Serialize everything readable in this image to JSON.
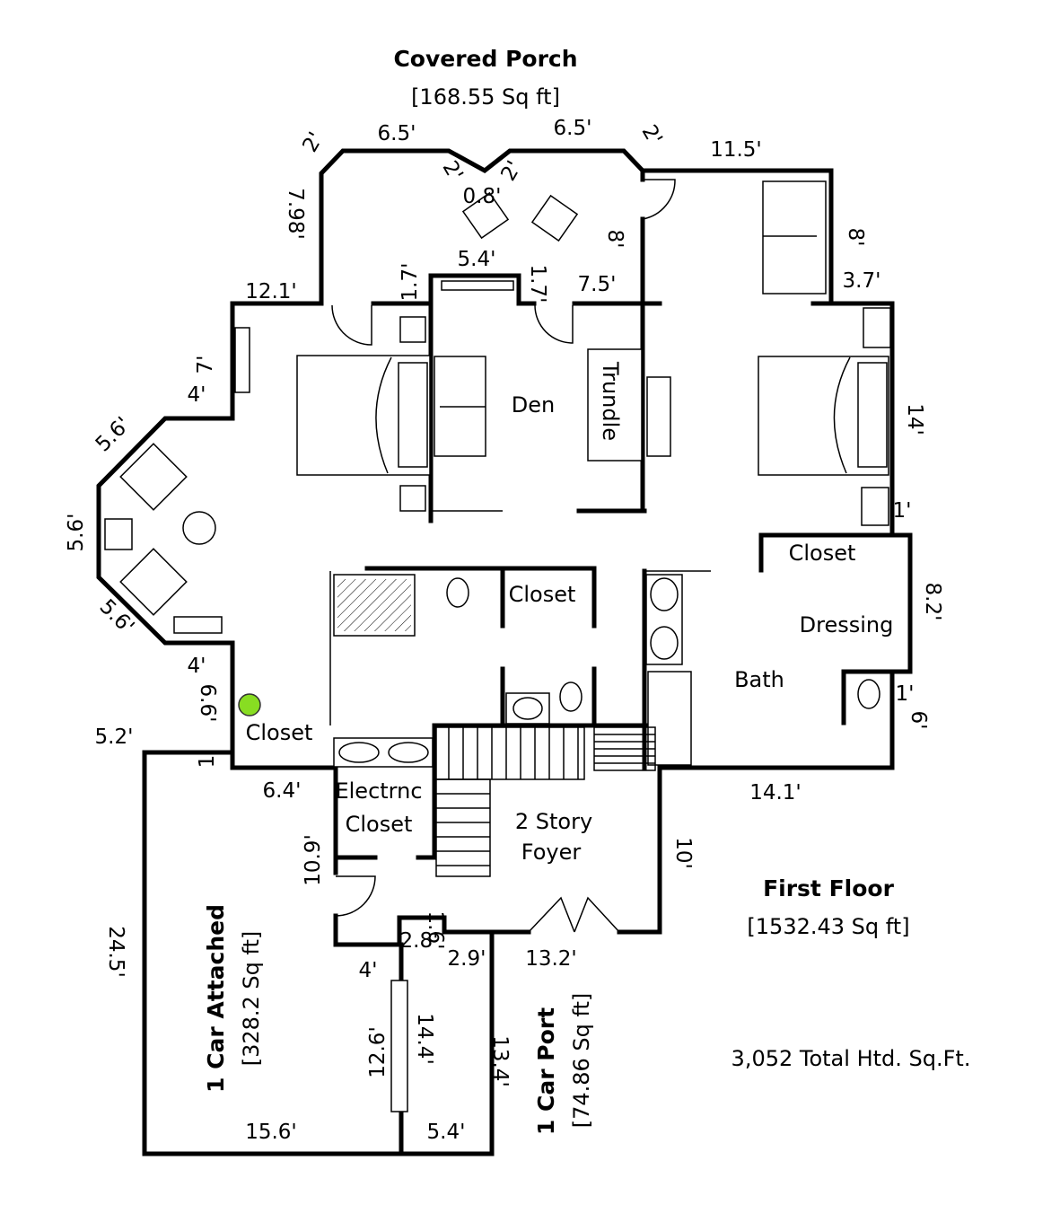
{
  "porch": {
    "title": "Covered Porch",
    "area": "[168.55 Sq ft]"
  },
  "first_floor": {
    "title": "First Floor",
    "area": "[1532.43 Sq ft]"
  },
  "garage": {
    "title": "1 Car Attached",
    "area": "[328.2 Sq ft]"
  },
  "carport": {
    "title": "1 Car Port",
    "area": "[74.86 Sq ft]"
  },
  "total": "3,052 Total Htd. Sq.Ft.",
  "rooms": {
    "den": "Den",
    "trundle": "Trundle",
    "closet_dressing": "Closet",
    "dressing": "Dressing",
    "closet_mid": "Closet",
    "bath": "Bath",
    "closet_left": "Closet",
    "electrnc_1": "Electrnc",
    "electrnc_2": "Closet",
    "foyer_1": "2 Story",
    "foyer_2": "Foyer"
  },
  "dims": {
    "d_6_5_left": "6.5'",
    "d_6_5_right": "6.5'",
    "d_2_top_left": "2'",
    "d_2_top_right": "2'",
    "d_11_5": "11.5'",
    "d_2_inner_left": "2'",
    "d_2_inner_right": "2'",
    "d_0_8": "0.8'",
    "d_7_98": "7.98'",
    "d_8_porch": "8'",
    "d_8_right": "8'",
    "d_5_4_top": "5.4'",
    "d_1_7_left": "1.7'",
    "d_1_7_right": "1.7'",
    "d_7_5": "7.5'",
    "d_3_7": "3.7'",
    "d_12_1": "12.1'",
    "d_7": "7'",
    "d_4_upper": "4'",
    "d_5_6_upper": "5.6'",
    "d_5_6_mid": "5.6'",
    "d_5_6_lower": "5.6'",
    "d_4_lower": "4'",
    "d_6_6": "6.6'",
    "d_5_2": "5.2'",
    "d_1_left": "1",
    "d_6_4": "6.4'",
    "d_14": "14'",
    "d_1_right": "1'",
    "d_8_2": "8.2'",
    "d_1_6_a": "1'",
    "d_1_6_b": "6'",
    "d_14_1": "14.1'",
    "d_10": "10'",
    "d_10_9": "10.9'",
    "d_13_2": "13.2'",
    "d_2_9": "2.9'",
    "d_2_8": "2.8'",
    "d_1_6_small": "1.6'",
    "d_4_garage": "4'",
    "d_24_5": "24.5'",
    "d_12_6": "12.6'",
    "d_14_4": "14.4'",
    "d_13_4": "13.4'",
    "d_15_6": "15.6'",
    "d_5_4_bottom": "5.4'"
  },
  "marker_color": "#88dd22"
}
